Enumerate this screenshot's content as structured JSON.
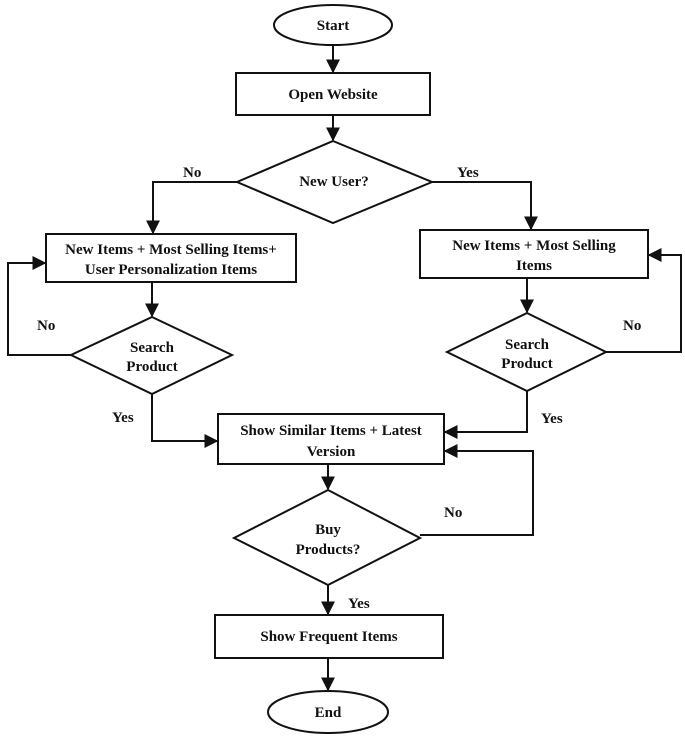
{
  "nodes": {
    "start": {
      "text": "Start"
    },
    "open_website": {
      "text": "Open Website"
    },
    "new_user": {
      "text": "New User?"
    },
    "left_items": {
      "line1": "New Items +  Most Selling Items+",
      "line2": "User Personalization Items"
    },
    "right_items": {
      "line1": "New Items +  Most Selling",
      "line2": "Items"
    },
    "left_search": {
      "line1": "Search",
      "line2": "Product"
    },
    "right_search": {
      "line1": "Search",
      "line2": "Product"
    },
    "show_similar": {
      "line1": "Show Similar Items + Latest",
      "line2": "Version"
    },
    "buy_products": {
      "line1": "Buy",
      "line2": "Products?"
    },
    "show_frequent": {
      "text": "Show Frequent Items"
    },
    "end": {
      "text": "End"
    }
  },
  "edge_labels": {
    "new_user_no": "No",
    "new_user_yes": "Yes",
    "left_search_no": "No",
    "left_search_yes": "Yes",
    "right_search_no": "No",
    "right_search_yes": "Yes",
    "buy_no": "No",
    "buy_yes": "Yes"
  }
}
